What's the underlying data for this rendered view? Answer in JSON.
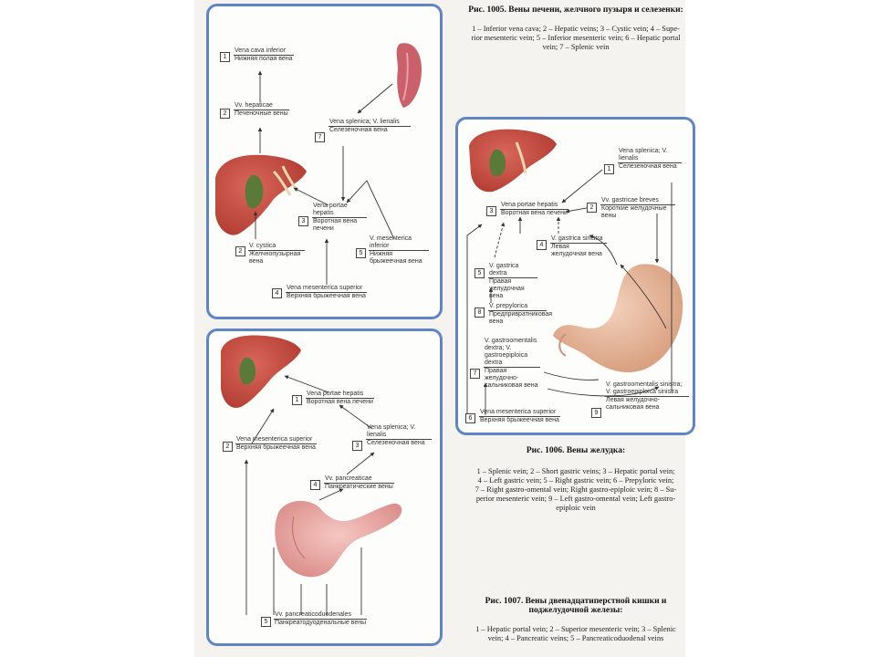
{
  "fig1005": {
    "caption_title": "Рис. 1005. Вены печени, желчного пузыря и селезенки:",
    "caption_line1": "1 – Inferior vena cava; 2 – Hepatic veins; 3 – Cystic vein; 4 – Supe-",
    "caption_line2": "rior mesenteric vein; 5 – Inferior mesenteric vein; 6 – Hepatic portal",
    "caption_line3": "vein; 7 – Splenic vein",
    "labels": [
      {
        "n": "1",
        "lat": "Vena cava inferior",
        "ru": "Нижняя полая вена"
      },
      {
        "n": "2",
        "lat": "Vv. hepaticae",
        "ru": "Печеночные вены"
      },
      {
        "n": "7",
        "lat": "Vena splenica; V. lienalis",
        "ru": "Селезеночная вена"
      },
      {
        "n": "3",
        "lat": "Vena portae hepatis",
        "ru": "Воротная вена печени"
      },
      {
        "n": "2",
        "lat": "V. cystica",
        "ru": "Желчнопузырная вена"
      },
      {
        "n": "5",
        "lat": "V. mesenterica inferior",
        "ru": "Нижняя брыжеечная вена"
      },
      {
        "n": "4",
        "lat": "Vena mesenterica superior",
        "ru": "Верхняя брыжеечная вена"
      }
    ]
  },
  "fig1006": {
    "caption_title": "Рис. 1006. Вены желудка:",
    "caption_line1": "1 – Splenic vein; 2 – Short gastric veins; 3 – Hepatic portal vein;",
    "caption_line2": "4 – Left gastric vein; 5 – Right gastric vein; 6 – Prepyloric vein;",
    "caption_line3": "7 – Right gastro-omental vein; Right gastro-epiploic vein; 8 – Su-",
    "caption_line4": "perior mesenteric vein; 9 – Left gastro-omental vein; Left gastro-",
    "caption_line5": "epiploic vein",
    "labels": [
      {
        "n": "1",
        "lat": "Vena splenica; V. lienalis",
        "ru": "Селезеночная вена"
      },
      {
        "n": "2",
        "lat": "Vv. gastricae breves",
        "ru": "Короткие желудочные вены"
      },
      {
        "n": "3",
        "lat": "Vena portae hepatis",
        "ru": "Воротная вена печени"
      },
      {
        "n": "4",
        "lat": "V. gastrica sinistra",
        "ru": "Левая желудочная вена"
      },
      {
        "n": "5",
        "lat": "V. gastrica dextra",
        "ru": "Правая желудочная вена"
      },
      {
        "n": "8",
        "lat": "V. prepylorica",
        "ru": "Предпривратниковая вена"
      },
      {
        "n": "7",
        "lat": "V. gastroomentalis dextra; V. gastroepiploica dextra",
        "ru": "Правая желудочно-сальниковая вена"
      },
      {
        "n": "6",
        "lat": "Vena mesenterica superior",
        "ru": "Верхняя брыжеечная вена"
      },
      {
        "n": "9",
        "lat": "V. gastroomentalis sinistra; V. gastroepiploica sinistra",
        "ru": "Левая желудочно-сальниковая вена"
      }
    ]
  },
  "fig1007": {
    "caption_title": "Рис. 1007. Вены двенадцатиперстной кишки и",
    "caption_title2": "поджелудочной железы:",
    "caption_line1": "1 – Hepatic portal vein; 2 – Superior mesenteric vein; 3 – Splenic",
    "caption_line2": "vein; 4 – Pancreatic veins; 5 – Pancreaticoduodenal veins",
    "labels": [
      {
        "n": "1",
        "lat": "Vena portae hepatis",
        "ru": "Воротная вена печени"
      },
      {
        "n": "2",
        "lat": "Vena mesenterica superior",
        "ru": "Верхняя брыжеечная вена"
      },
      {
        "n": "3",
        "lat": "Vena splenica; V. lienalis",
        "ru": "Селезеночная вена"
      },
      {
        "n": "4",
        "lat": "Vv. pancreaticae",
        "ru": "Панкреатические вены"
      },
      {
        "n": "5",
        "lat": "Vv. pancreaticoduodenales",
        "ru": "Панкреатодуоденальные вены"
      }
    ]
  },
  "colors": {
    "panel_border": "#5e86c4",
    "liver": "#c8473c",
    "spleen": "#c9606a",
    "stomach": "#e7b99c",
    "pancreas": "#e9a9a5",
    "gallbladder": "#5a7a3a"
  }
}
